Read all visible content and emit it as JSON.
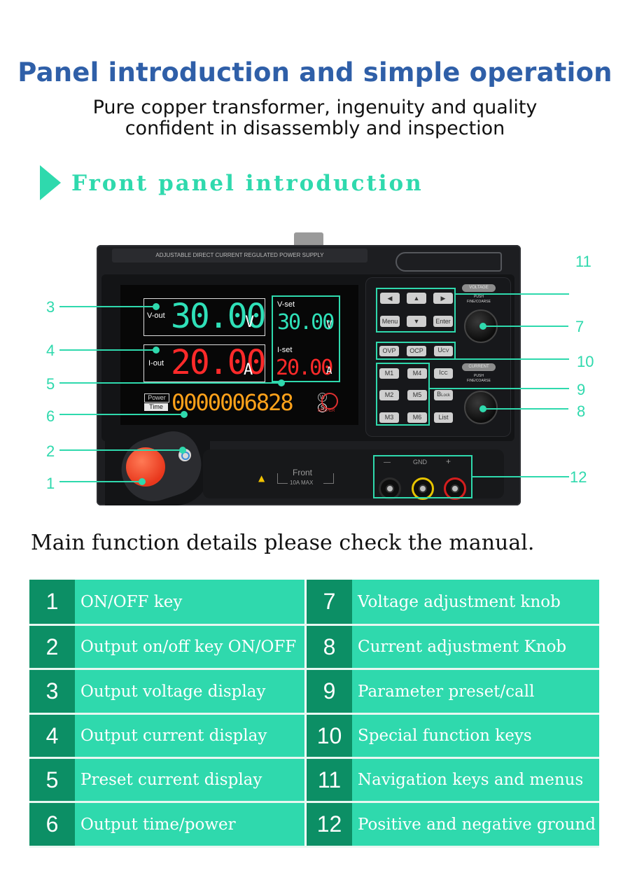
{
  "header": {
    "title": "Panel introduction and simple operation",
    "subtitle_line1": "Pure copper transformer, ingenuity and quality",
    "subtitle_line2": "confident in disassembly and inspection"
  },
  "section": {
    "title": "Front panel introduction"
  },
  "device": {
    "top_label": "ADJUSTABLE DIRECT CURRENT REGULATED POWER SUPPLY",
    "screen": {
      "vout_label": "V-out",
      "vout_value": "30.00",
      "vout_unit": "V",
      "iout_label": "I-out",
      "iout_value": "20.00",
      "iout_unit": "A",
      "vset_label": "V-set",
      "vset_value": "30.00",
      "vset_unit": "V",
      "iset_label": "I-set",
      "iset_value": "20.00",
      "iset_unit": "A",
      "power_label": "Power",
      "time_label": "Time",
      "counter_value": "0000006828",
      "w_label": "W",
      "s_label": "S",
      "beeper_label": "BEEPER"
    },
    "keys": {
      "left": "◀",
      "up": "▲",
      "right": "▶",
      "menu": "Menu",
      "down": "▼",
      "enter": "Enter",
      "ovp": "OVP",
      "ocp": "OCP",
      "ucv_big": "U",
      "ucv_small": "CV",
      "m1": "M1",
      "m4": "M4",
      "icc_big": "I",
      "icc_small": "CC",
      "m2": "M2",
      "m5": "M5",
      "block_big": "B",
      "block_small": "Lock",
      "m3": "M3",
      "m6": "M6",
      "list": "List"
    },
    "knobs": {
      "voltage_label": "VOLTAGE",
      "current_label": "CURRENT",
      "push_label": "PUSH",
      "fine_coarse_label": "FINE/COARSE"
    },
    "terminals": {
      "minus": "—",
      "gnd": "GND",
      "plus": "+"
    },
    "front_label": "Front",
    "max_label": "10A MAX",
    "warning": "▲"
  },
  "callouts": [
    "1",
    "2",
    "3",
    "4",
    "5",
    "6",
    "7",
    "8",
    "9",
    "10",
    "11",
    "12"
  ],
  "note": "Main function details please check the manual.",
  "functions": [
    {
      "num": "1",
      "desc": "ON/OFF key",
      "num2": "7",
      "desc2": "Voltage adjustment knob"
    },
    {
      "num": "2",
      "desc": "Output on/off key ON/OFF",
      "num2": "8",
      "desc2": "Current adjustment Knob"
    },
    {
      "num": "3",
      "desc": "Output voltage display",
      "num2": "9",
      "desc2": "Parameter preset/call"
    },
    {
      "num": "4",
      "desc": "Output current display",
      "num2": "10",
      "desc2": "Special function keys"
    },
    {
      "num": "5",
      "desc": "Preset current display",
      "num2": "11",
      "desc2": "Navigation keys and menus"
    },
    {
      "num": "6",
      "desc": "Output time/power",
      "num2": "12",
      "desc2": "Positive and negative ground"
    }
  ],
  "colors": {
    "title_blue": "#2f5fa8",
    "accent_green": "#2fd9ad",
    "dark_green": "#0c8f65",
    "seg_green": "#2fe0b8",
    "seg_red": "#ff2a2a",
    "seg_orange": "#ffa21a"
  },
  "icons": {
    "power": "power-icon",
    "beeper": "speaker-icon",
    "section": "play-arrow-icon"
  }
}
